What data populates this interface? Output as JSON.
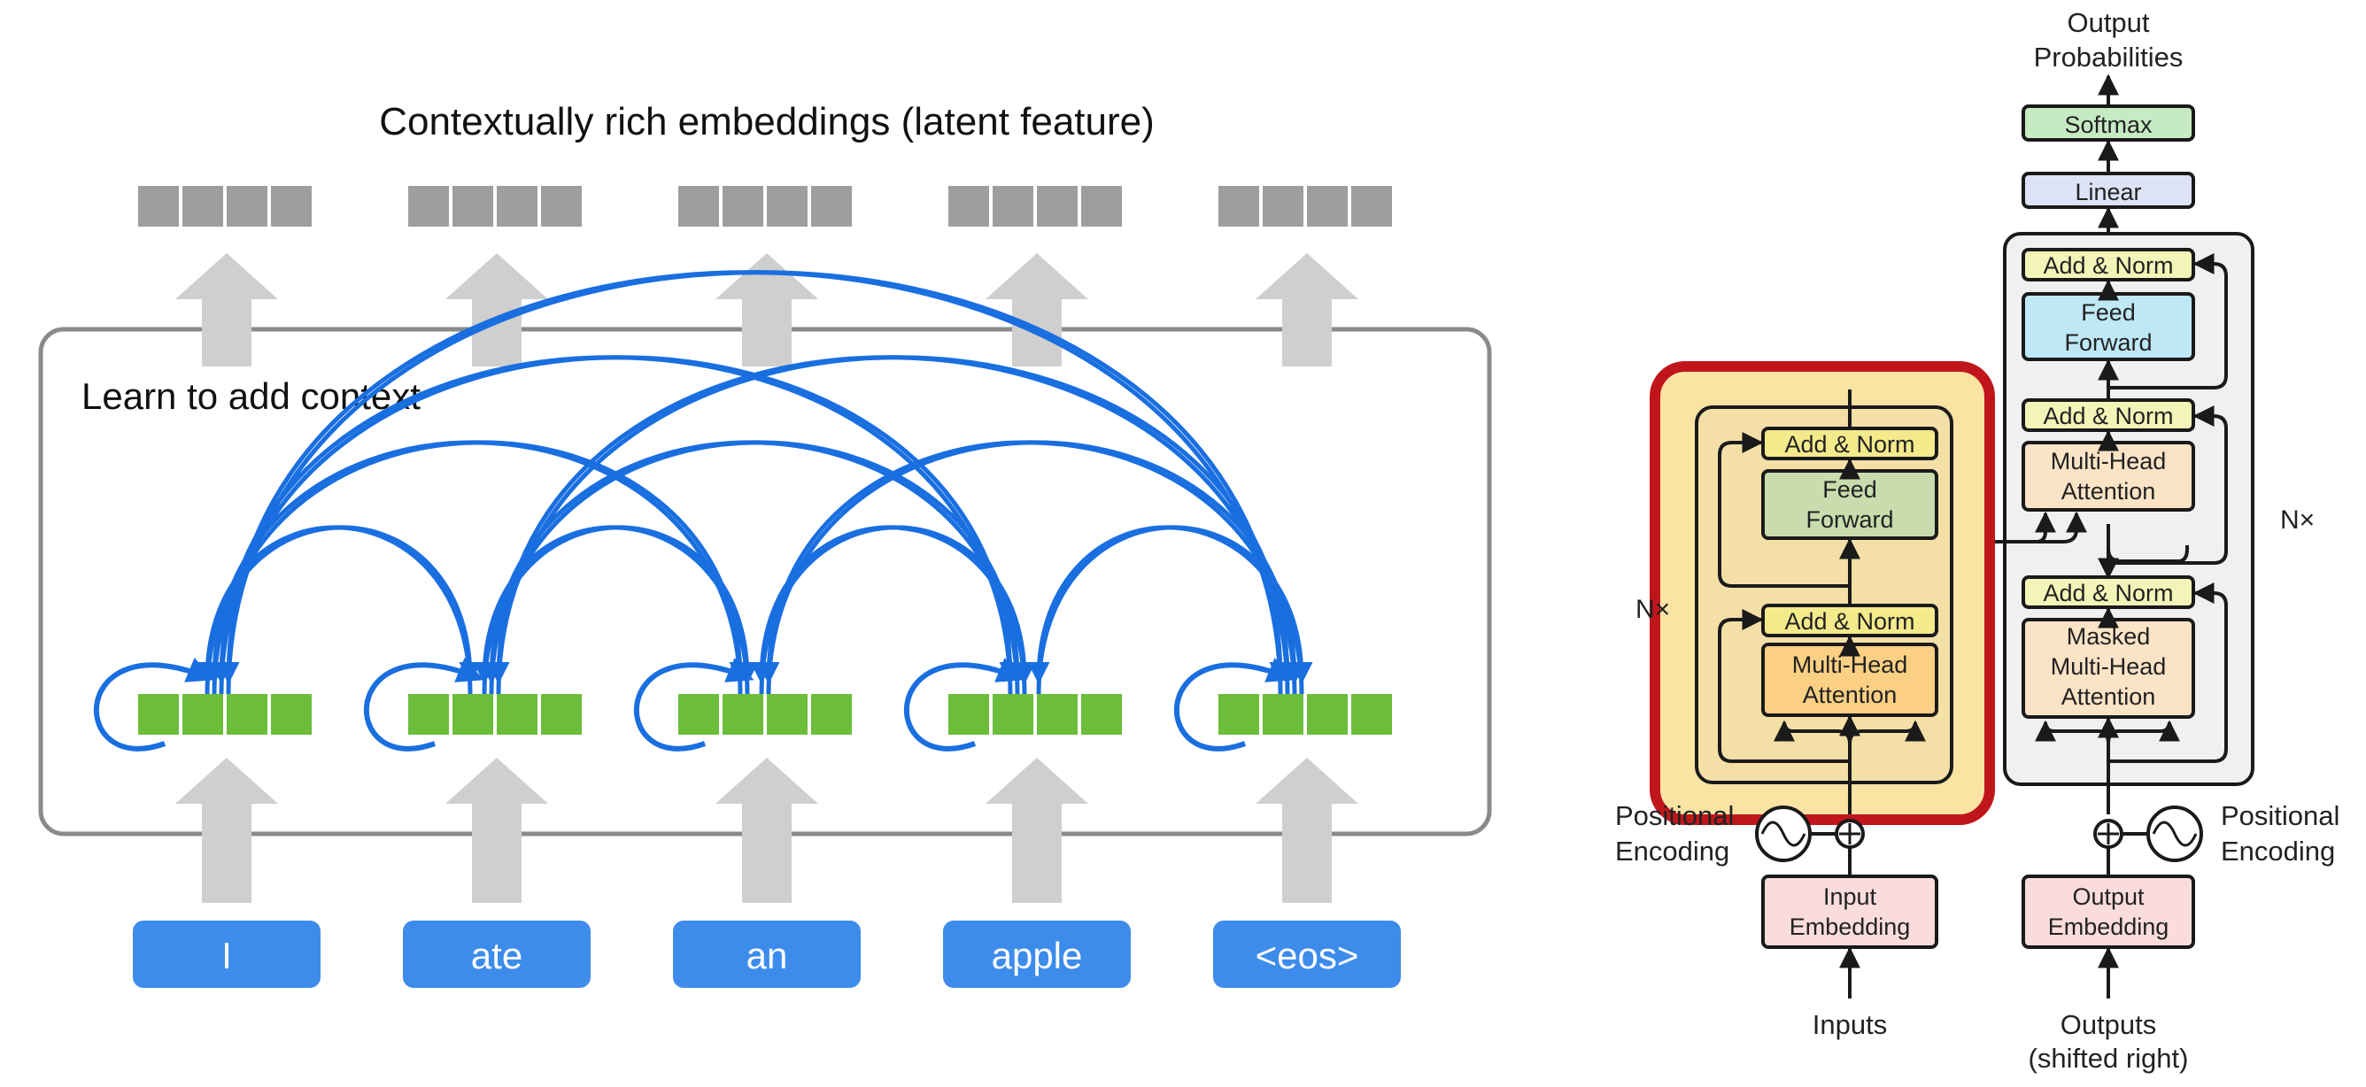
{
  "left_panel": {
    "title": "Contextually rich embeddings (latent feature)",
    "box_label": "Learn to add context",
    "tokens": [
      {
        "label": "I"
      },
      {
        "label": "ate"
      },
      {
        "label": "an"
      },
      {
        "label": "apple"
      },
      {
        "label": "<eos>"
      }
    ],
    "colors": {
      "token_fill": "#3d8ceb",
      "embedding_green": "#6bbd3a",
      "embedding_gray": "#9e9e9e",
      "arrow_gray": "#cfcfcf",
      "attention_blue": "#1a6fe0",
      "box_stroke": "#8a8a8a"
    }
  },
  "transformer": {
    "output_label_1": "Output",
    "output_label_2": "Probabilities",
    "softmax": "Softmax",
    "linear": "Linear",
    "encoder": {
      "add_norm_top": "Add & Norm",
      "feed_forward_1": "Feed",
      "feed_forward_2": "Forward",
      "add_norm_bottom": "Add & Norm",
      "mha_1": "Multi-Head",
      "mha_2": "Attention",
      "nx": "N×",
      "pos_enc_1": "Positional",
      "pos_enc_2": "Encoding",
      "input_emb_1": "Input",
      "input_emb_2": "Embedding",
      "inputs": "Inputs",
      "highlight_color": "#c0161b"
    },
    "decoder": {
      "add_norm_1": "Add & Norm",
      "feed_forward_1": "Feed",
      "feed_forward_2": "Forward",
      "add_norm_2": "Add & Norm",
      "mha_1": "Multi-Head",
      "mha_2": "Attention",
      "add_norm_3": "Add & Norm",
      "masked_1": "Masked",
      "masked_2": "Multi-Head",
      "masked_3": "Attention",
      "nx": "N×",
      "pos_enc_1": "Positional",
      "pos_enc_2": "Encoding",
      "output_emb_1": "Output",
      "output_emb_2": "Embedding",
      "outputs_1": "Outputs",
      "outputs_2": "(shifted right)"
    }
  }
}
